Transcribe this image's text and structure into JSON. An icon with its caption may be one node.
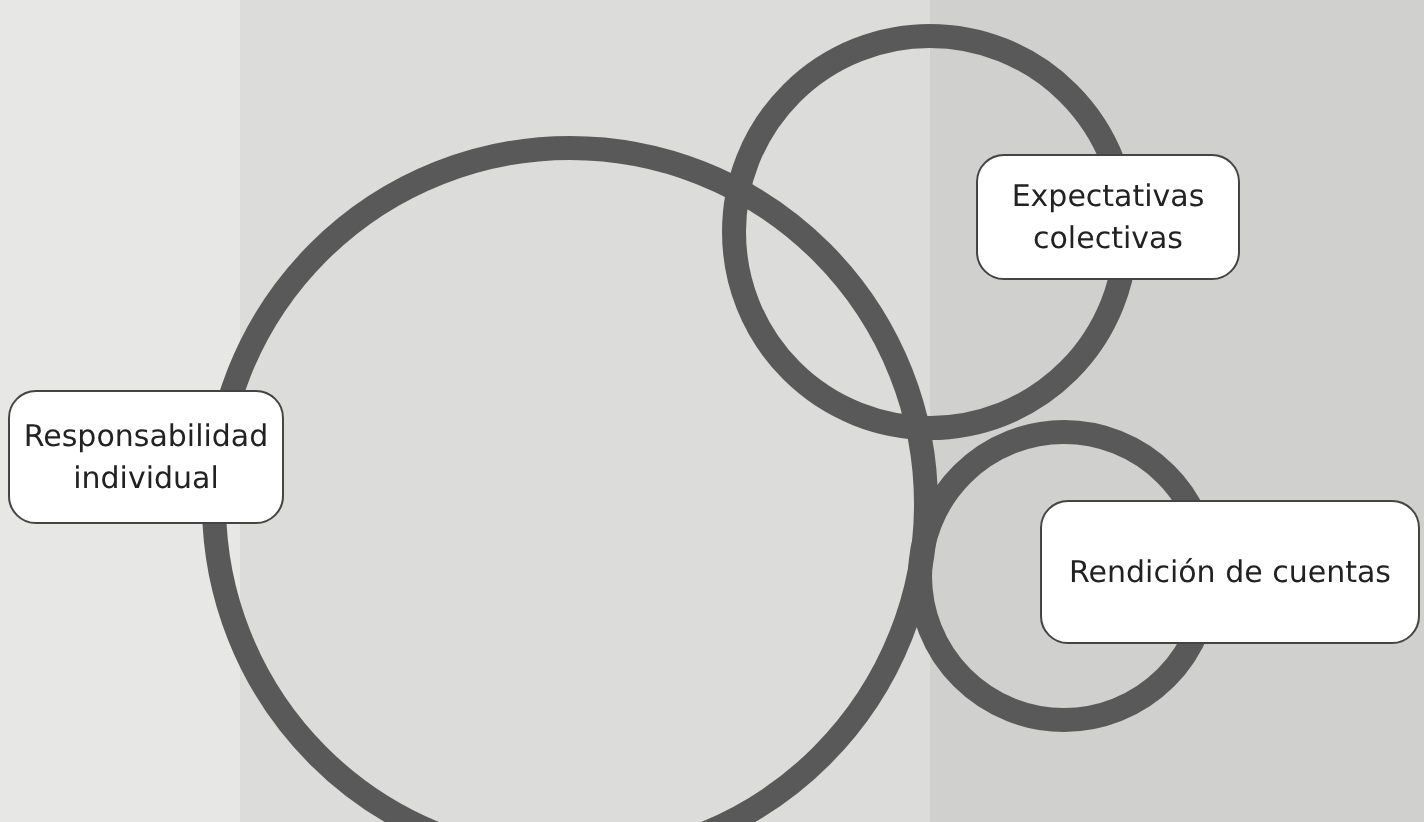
{
  "diagram": {
    "nodes": [
      {
        "text": [
          "Expectativas colectivas"
        ]
      },
      {
        "text": [
          "Responsabilidad individual"
        ]
      },
      {
        "text": [
          "Rendición de cuentas"
        ]
      }
    ]
  }
}
